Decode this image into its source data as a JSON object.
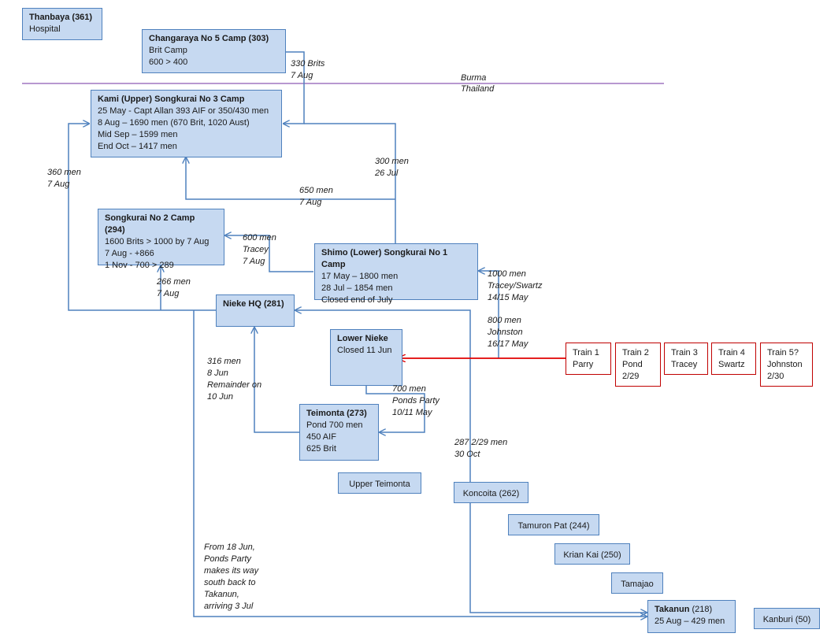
{
  "nodes": {
    "thanbaya": {
      "title": "Thanbaya (361)",
      "lines": [
        "Hospital"
      ]
    },
    "changaraya": {
      "title": "Changaraya No 5 Camp (303)",
      "lines": [
        "Brit Camp",
        "600 > 400"
      ]
    },
    "kami": {
      "title": "Kami (Upper) Songkurai No 3 Camp",
      "lines": [
        "25 May - Capt Allan 393 AIF or 350/430 men",
        "8 Aug – 1690 men (670 Brit, 1020 Aust)",
        "Mid Sep – 1599 men",
        "End Oct – 1417 men"
      ]
    },
    "songkurai2": {
      "title": "Songkurai No 2 Camp (294)",
      "lines": [
        "1600 Brits > 1000 by 7 Aug",
        "7 Aug - +866",
        "1 Nov - 700 > 289"
      ]
    },
    "shimo": {
      "title": "Shimo (Lower) Songkurai No 1 Camp",
      "lines": [
        "17 May – 1800 men",
        "28 Jul – 1854 men",
        "Closed end of July"
      ]
    },
    "nieke_hq": {
      "title": "Nieke HQ (281)",
      "lines": []
    },
    "lower_nieke": {
      "title": "Lower Nieke",
      "lines": [
        "Closed 11 Jun"
      ]
    },
    "teimonta": {
      "title": "Teimonta (273)",
      "lines": [
        "Pond 700 men",
        "450 AIF",
        "625 Brit"
      ]
    },
    "upper_teimonta": {
      "title": "Upper Teimonta",
      "lines": []
    },
    "koncoita": {
      "title": "Koncoita (262)",
      "lines": []
    },
    "tamuron_pat": {
      "title": "Tamuron Pat (244)",
      "lines": []
    },
    "krian_kai": {
      "title": "Krian Kai (250)",
      "lines": []
    },
    "tamajao": {
      "title": "Tamajao",
      "lines": []
    },
    "takanun": {
      "title": "Takanun",
      "title_suffix": " (218)",
      "lines": [
        "25 Aug – 429 men"
      ]
    },
    "kanburi": {
      "title": "Kanburi (50)",
      "lines": []
    }
  },
  "trains": [
    {
      "lines": [
        "Train 1",
        "Parry"
      ]
    },
    {
      "lines": [
        "Train 2",
        "Pond",
        "2/29"
      ]
    },
    {
      "lines": [
        "Train 3",
        "Tracey"
      ]
    },
    {
      "lines": [
        "Train 4",
        "Swartz"
      ]
    },
    {
      "lines": [
        "Train 5?",
        "Johnston",
        "2/30"
      ]
    }
  ],
  "border": {
    "north": "Burma",
    "south": "Thailand",
    "color": "#7030a0"
  },
  "edge_labels": {
    "brits_330": [
      "330 Brits",
      "7 Aug"
    ],
    "men_360": [
      "360 men",
      "7 Aug"
    ],
    "men_300": [
      "300 men",
      "26 Jul"
    ],
    "men_650": [
      "650 men",
      "7 Aug"
    ],
    "men_600": [
      "600 men",
      "Tracey",
      "7 Aug"
    ],
    "men_266": [
      "266 men",
      "7 Aug"
    ],
    "men_1000": [
      "1000 men",
      "Tracey/Swartz",
      "14/15 May"
    ],
    "men_800": [
      "800 men",
      "Johnston",
      "16/17 May"
    ],
    "men_316": [
      "316 men",
      "8 Jun",
      "Remainder on",
      "10 Jun"
    ],
    "men_700": [
      "700 men",
      "Ponds Party",
      "10/11 May"
    ],
    "men_287": [
      "287 2/29 men",
      "30 Oct"
    ],
    "ponds_party_note": [
      "From 18 Jun,",
      "Ponds Party",
      "makes its way",
      "south back to",
      "Takanun,",
      "arriving 3 Jul"
    ]
  },
  "colors": {
    "node_fill": "#c6d9f1",
    "node_border": "#4f81bd",
    "arrow": "#4f81bd",
    "train_border": "#c00000",
    "train_arrow": "#e00000"
  }
}
